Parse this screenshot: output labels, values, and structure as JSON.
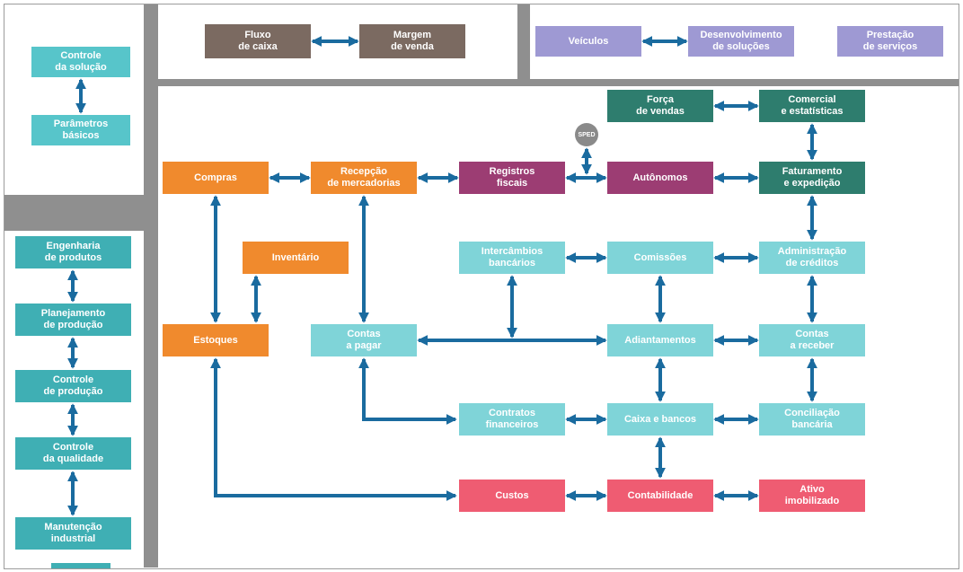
{
  "palette": {
    "teal1": "#57c5ca",
    "teal2": "#3fafb4",
    "cyan": "#7fd4d8",
    "orange": "#f08a2d",
    "plum": "#9c3d73",
    "green": "#2e7d6e",
    "brown": "#7b6a61",
    "lavender": "#9e99d3",
    "pink": "#ef5c72",
    "arrow": "#1a6b9f",
    "graybar": "#8f8f8f",
    "sped": "#8a8a8a"
  },
  "nodes": {
    "controle_solucao": "Controle\nda solução",
    "parametros_basicos": "Parâmetros\nbásicos",
    "fluxo_caixa": "Fluxo\nde caixa",
    "margem_venda": "Margem\nde venda",
    "veiculos": "Veículos",
    "desenvolvimento_solucoes": "Desenvolvimento\nde soluções",
    "prestacao_servicos": "Prestação\nde serviços",
    "engenharia_produtos": "Engenharia\nde produtos",
    "planejamento_producao": "Planejamento\nde produção",
    "controle_producao": "Controle\nde produção",
    "controle_qualidade": "Controle\nda qualidade",
    "manutencao_industrial": "Manutenção\nindustrial",
    "forca_vendas": "Força\nde vendas",
    "comercial_estatisticas": "Comercial\ne estatísticas",
    "sped": "SPED",
    "compras": "Compras",
    "recepcao_mercadorias": "Recepção\nde mercadorias",
    "registros_fiscais": "Registros\nfiscais",
    "autonomos": "Autônomos",
    "faturamento_expedicao": "Faturamento\ne expedição",
    "inventario": "Inventário",
    "intercambios_bancarios": "Intercâmbios\nbancários",
    "comissoes": "Comissões",
    "administracao_creditos": "Administração\nde créditos",
    "estoques": "Estoques",
    "contas_pagar": "Contas\na pagar",
    "adiantamentos": "Adiantamentos",
    "contas_receber": "Contas\na receber",
    "contratos_financeiros": "Contratos\nfinanceiros",
    "caixa_bancos": "Caixa e bancos",
    "conciliacao_bancaria": "Conciliação\nbancária",
    "custos": "Custos",
    "contabilidade": "Contabilidade",
    "ativo_imobilizado": "Ativo\nimobilizado"
  }
}
